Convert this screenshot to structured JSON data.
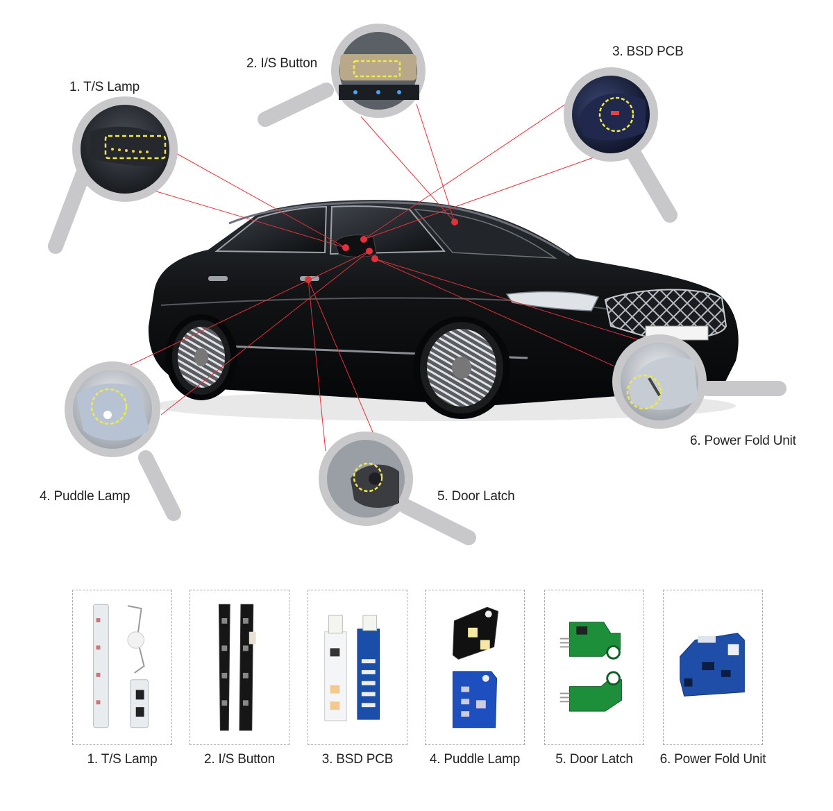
{
  "callouts": [
    {
      "id": 1,
      "label": "1. T/S Lamp"
    },
    {
      "id": 2,
      "label": "2. I/S Button"
    },
    {
      "id": 3,
      "label": "3. BSD PCB"
    },
    {
      "id": 4,
      "label": "4. Puddle Lamp"
    },
    {
      "id": 5,
      "label": "5. Door Latch"
    },
    {
      "id": 6,
      "label": "6. Power Fold Unit"
    }
  ],
  "products": [
    {
      "label": "1. T/S Lamp",
      "icon": "ts-lamp-pcb-icon"
    },
    {
      "label": "2. I/S Button",
      "icon": "is-button-pcb-icon"
    },
    {
      "label": "3. BSD PCB",
      "icon": "bsd-pcb-icon"
    },
    {
      "label": "4. Puddle Lamp",
      "icon": "puddle-lamp-pcb-icon"
    },
    {
      "label": "5. Door Latch",
      "icon": "door-latch-pcb-icon"
    },
    {
      "label": "6. Power Fold Unit",
      "icon": "power-fold-pcb-icon"
    }
  ],
  "colors": {
    "leader_line": "#e0323c",
    "lens_ring": "#c8c8ca",
    "highlight_dash": "#f2ea4a",
    "car_body": "#141618",
    "card_border": "#a9a9a9"
  }
}
